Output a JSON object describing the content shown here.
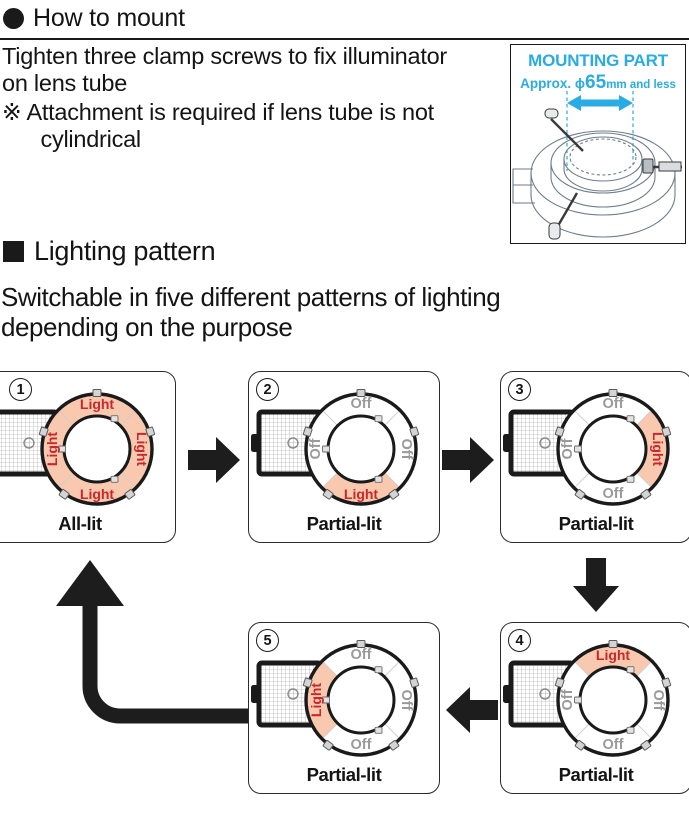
{
  "sections": {
    "mount": {
      "heading": "How to mount",
      "bullet_icon": "filled-circle-bullet",
      "line1": "Tighten three clamp screws to fix illuminator",
      "line2": "on lens tube",
      "note_mark": "※",
      "note_line1": "Attachment is required if lens tube is not",
      "note_line2": "cylindrical",
      "diagram": {
        "title": "MOUNTING PART",
        "sub_prefix": "Approx.",
        "sub_phi": "ϕ",
        "sub_value": "65",
        "sub_unit": "mm and less",
        "accent_color": "#29ace3"
      }
    },
    "lighting": {
      "heading": "Lighting pattern",
      "bullet_icon": "filled-square-bullet",
      "desc_line1": "Switchable in five different patterns of lighting",
      "desc_line2": "depending on the purpose"
    }
  },
  "colors": {
    "lit": "#f8c9ae",
    "lit_text": "#c8282d",
    "off_text": "#9a9a9a",
    "ring_stroke": "#1a1a1a",
    "panel_border": "#2b2b2b",
    "accent": "#29ace3"
  },
  "labels": {
    "light": "Light",
    "off": "Off"
  },
  "panels": [
    {
      "number": "①",
      "num_plain": "1",
      "caption": "All-lit",
      "segments": [
        {
          "position": "top",
          "state": "lit",
          "label": "Light"
        },
        {
          "position": "right",
          "state": "lit",
          "label": "Light"
        },
        {
          "position": "bottom",
          "state": "lit",
          "label": "Light"
        },
        {
          "position": "left",
          "state": "lit",
          "label": "Light"
        }
      ]
    },
    {
      "number": "②",
      "num_plain": "2",
      "caption": "Partial-lit",
      "segments": [
        {
          "position": "top",
          "state": "off",
          "label": "Off"
        },
        {
          "position": "right",
          "state": "off",
          "label": "Off"
        },
        {
          "position": "bottom",
          "state": "lit",
          "label": "Light"
        },
        {
          "position": "left",
          "state": "off",
          "label": "Off"
        }
      ]
    },
    {
      "number": "③",
      "num_plain": "3",
      "caption": "Partial-lit",
      "segments": [
        {
          "position": "top",
          "state": "off",
          "label": "Off"
        },
        {
          "position": "right",
          "state": "lit",
          "label": "Light"
        },
        {
          "position": "bottom",
          "state": "off",
          "label": "Off"
        },
        {
          "position": "left",
          "state": "off",
          "label": "Off"
        }
      ]
    },
    {
      "number": "④",
      "num_plain": "4",
      "caption": "Partial-lit",
      "segments": [
        {
          "position": "top",
          "state": "lit",
          "label": "Light"
        },
        {
          "position": "right",
          "state": "off",
          "label": "Off"
        },
        {
          "position": "bottom",
          "state": "off",
          "label": "Off"
        },
        {
          "position": "left",
          "state": "off",
          "label": "Off"
        }
      ]
    },
    {
      "number": "⑤",
      "num_plain": "5",
      "caption": "Partial-lit",
      "segments": [
        {
          "position": "top",
          "state": "off",
          "label": "Off"
        },
        {
          "position": "right",
          "state": "off",
          "label": "Off"
        },
        {
          "position": "bottom",
          "state": "off",
          "label": "Off"
        },
        {
          "position": "left",
          "state": "lit",
          "label": "Light"
        }
      ]
    }
  ],
  "flow_arrows": [
    {
      "name": "arrow-1-to-2",
      "direction": "right"
    },
    {
      "name": "arrow-2-to-3",
      "direction": "right"
    },
    {
      "name": "arrow-3-to-4",
      "direction": "down"
    },
    {
      "name": "arrow-4-to-5",
      "direction": "left"
    },
    {
      "name": "arrow-5-to-1",
      "direction": "loop-up-left"
    }
  ]
}
